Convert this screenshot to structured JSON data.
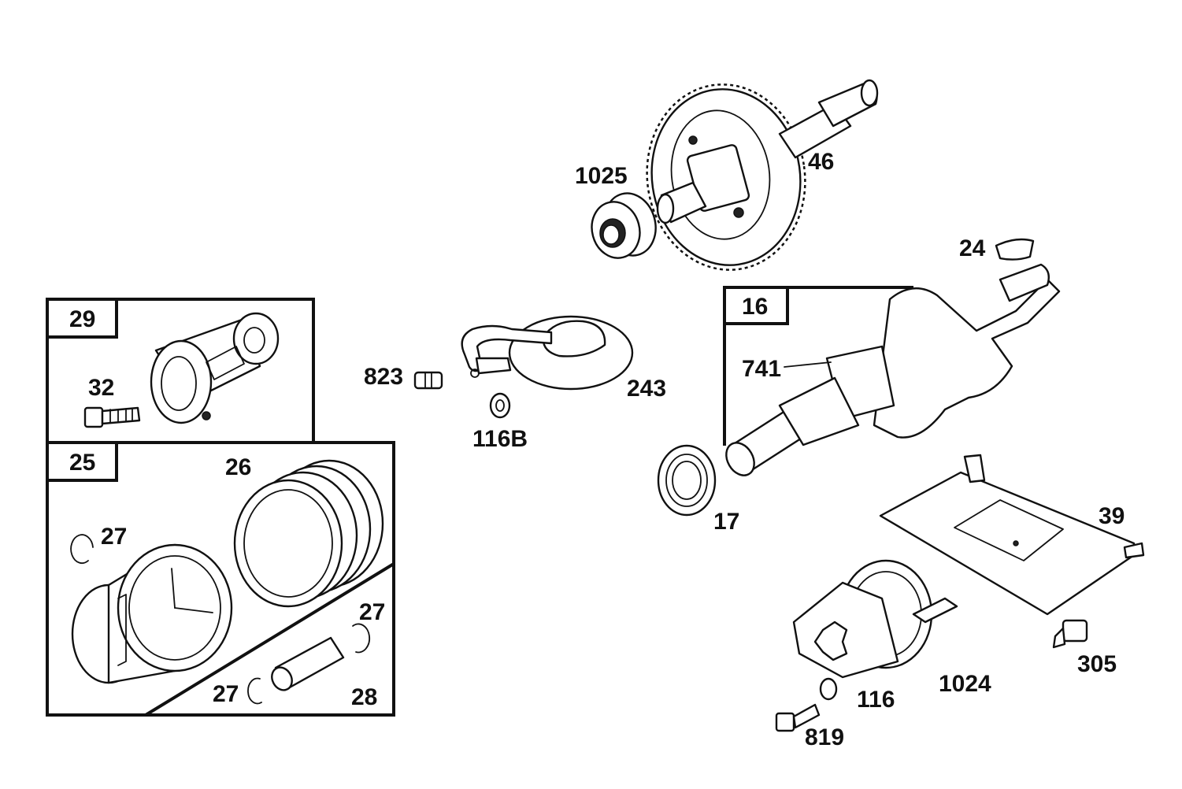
{
  "diagram": {
    "callouts": {
      "c1025": "1025",
      "c46": "46",
      "c24": "24",
      "c823": "823",
      "c243": "243",
      "c116b": "116B",
      "c29": "29",
      "c32": "32",
      "c25": "25",
      "c26": "26",
      "c27a": "27",
      "c27b": "27",
      "c27c": "27",
      "c28": "28",
      "c16": "16",
      "c741": "741",
      "c17": "17",
      "c39": "39",
      "c305": "305",
      "c1024": "1024",
      "c116": "116",
      "c819": "819"
    }
  }
}
